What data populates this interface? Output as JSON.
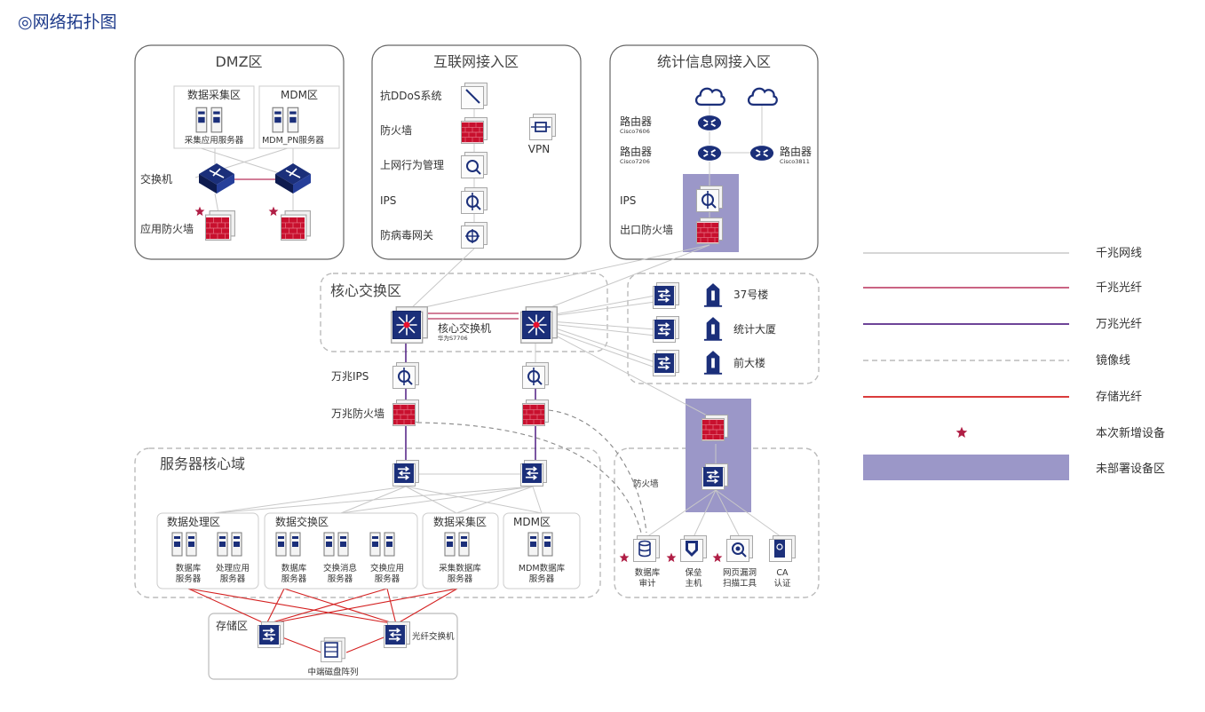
{
  "title": "◎网络拓扑图",
  "zones": {
    "dmz": "DMZ区",
    "internet": "互联网接入区",
    "stat_net": "统计信息网接入区",
    "core": "核心交换区",
    "server_core": "服务器核心域",
    "storage": "存储区"
  },
  "dmz": {
    "data_collect": "数据采集区",
    "mdm": "MDM区",
    "collect_server": "采集应用服务器",
    "mdm_server": "MDM_PN服务器",
    "switch": "交换机",
    "app_firewall": "应用防火墙"
  },
  "internet": {
    "ddos": "抗DDoS系统",
    "firewall": "防火墙",
    "behavior": "上网行为管理",
    "ips": "IPS",
    "antivirus": "防病毒网关",
    "vpn": "VPN"
  },
  "stat_net": {
    "router1": "路由器",
    "router1_model": "Cisco7606",
    "router2": "路由器",
    "router2_model": "Cisco7206",
    "router3": "路由器",
    "router3_model": "Cisco3811",
    "ips": "IPS",
    "exit_firewall": "出口防火墙"
  },
  "core": {
    "switch": "核心交换机",
    "switch_model": "华为S7706",
    "ips": "万兆IPS",
    "firewall": "万兆防火墙"
  },
  "buildings": [
    "37号楼",
    "统计大厦",
    "前大楼"
  ],
  "security": {
    "firewall": "防火墙",
    "items": [
      {
        "l1": "数据库",
        "l2": "审计"
      },
      {
        "l1": "保垒",
        "l2": "主机"
      },
      {
        "l1": "网页漏洞",
        "l2": "扫描工具"
      },
      {
        "l1": "CA",
        "l2": "认证"
      }
    ]
  },
  "server_areas": {
    "process": "数据处理区",
    "exchange": "数据交换区",
    "collect": "数据采集区",
    "mdm": "MDM区",
    "servers": [
      {
        "l1": "数据库",
        "l2": "服务器"
      },
      {
        "l1": "处理应用",
        "l2": "服务器"
      },
      {
        "l1": "数据库",
        "l2": "服务器"
      },
      {
        "l1": "交换消息",
        "l2": "服务器"
      },
      {
        "l1": "交换应用",
        "l2": "服务器"
      },
      {
        "l1": "采集数据库",
        "l2": "服务器"
      },
      {
        "l1": "MDM数据库",
        "l2": "服务器"
      }
    ]
  },
  "storage": {
    "fiber_switch": "光纤交换机",
    "disk_array": "中端磁盘阵列"
  },
  "legend": [
    {
      "label": "千兆网线",
      "color": "#c8c8c8"
    },
    {
      "label": "千兆光纤",
      "color": "#b8305a"
    },
    {
      "label": "万兆光纤",
      "color": "#5a2a8a"
    },
    {
      "label": "镜像线",
      "color": "#bbbbbb"
    },
    {
      "label": "存储光纤",
      "color": "#d42020"
    },
    {
      "label": "本次新增设备",
      "color": "#b01e45"
    },
    {
      "label": "未部署设备区",
      "color": "#9b97c8"
    }
  ],
  "colors": {
    "navy": "#1b2f7a",
    "firewall_red": "#c8102e",
    "undeployed": "#9b97c8",
    "star": "#b01e45"
  }
}
